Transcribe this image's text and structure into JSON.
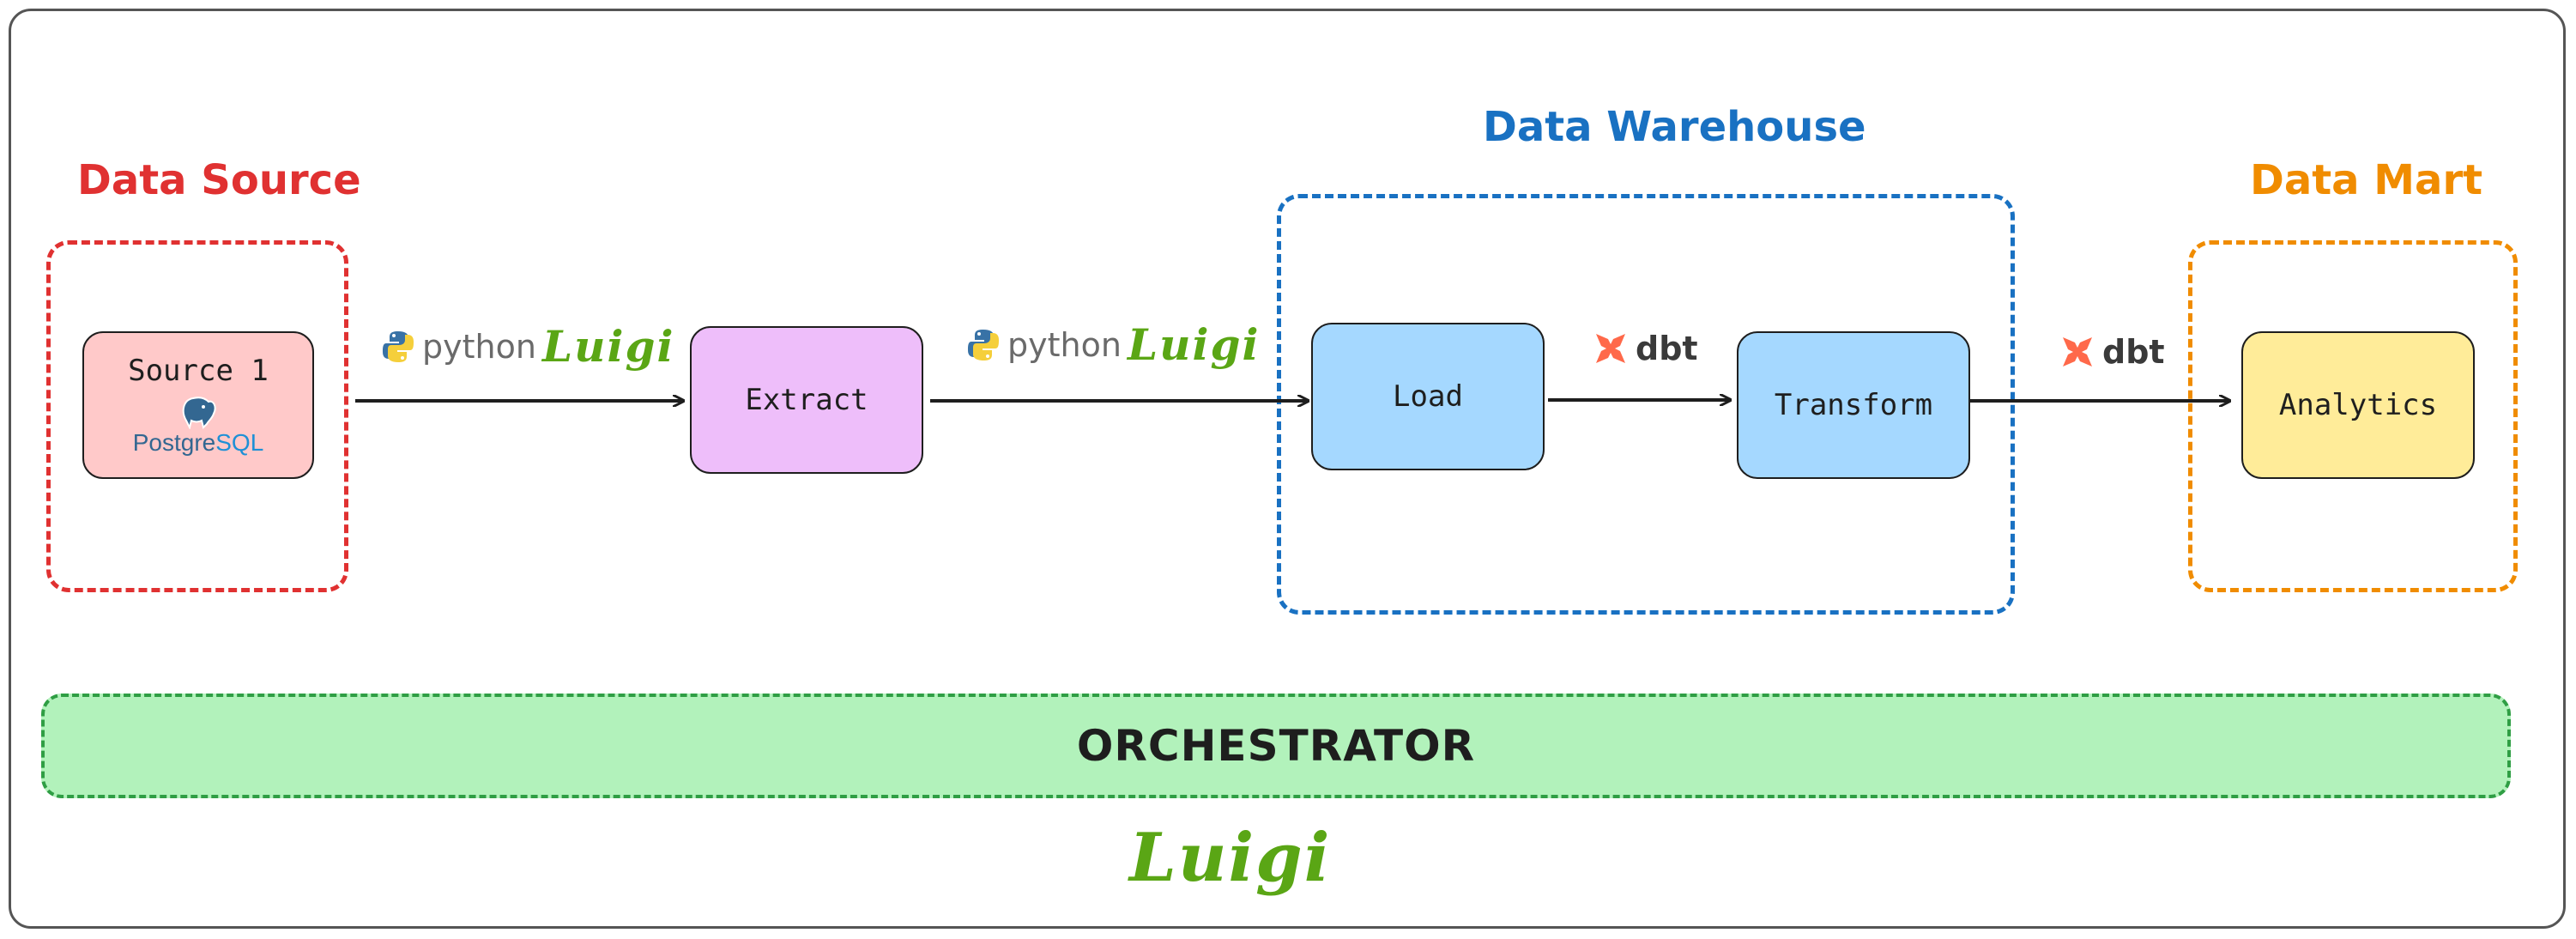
{
  "groups": {
    "source": {
      "title": "Data Source",
      "color": "#e03131"
    },
    "warehouse": {
      "title": "Data Warehouse",
      "color": "#1971c2"
    },
    "mart": {
      "title": "Data Mart",
      "color": "#f08c00"
    }
  },
  "nodes": {
    "source1": {
      "label": "Source 1",
      "fill": "#ffc9c9",
      "logo_text": "Postgre",
      "logo_text_2": "SQL"
    },
    "extract": {
      "label": "Extract",
      "fill": "#eebefa"
    },
    "load": {
      "label": "Load",
      "fill": "#a5d8ff"
    },
    "transform": {
      "label": "Transform",
      "fill": "#a5d8ff"
    },
    "analytics": {
      "label": "Analytics",
      "fill": "#ffec99"
    }
  },
  "edge_labels": {
    "python": "python",
    "luigi": "Luigi",
    "dbt": "dbt"
  },
  "orchestrator": {
    "label": "ORCHESTRATOR",
    "fill": "#b2f2bb",
    "logo": "Luigi"
  },
  "icons": [
    "python-logo-icon",
    "luigi-logo-icon",
    "dbt-logo-icon",
    "postgresql-elephant-icon"
  ]
}
